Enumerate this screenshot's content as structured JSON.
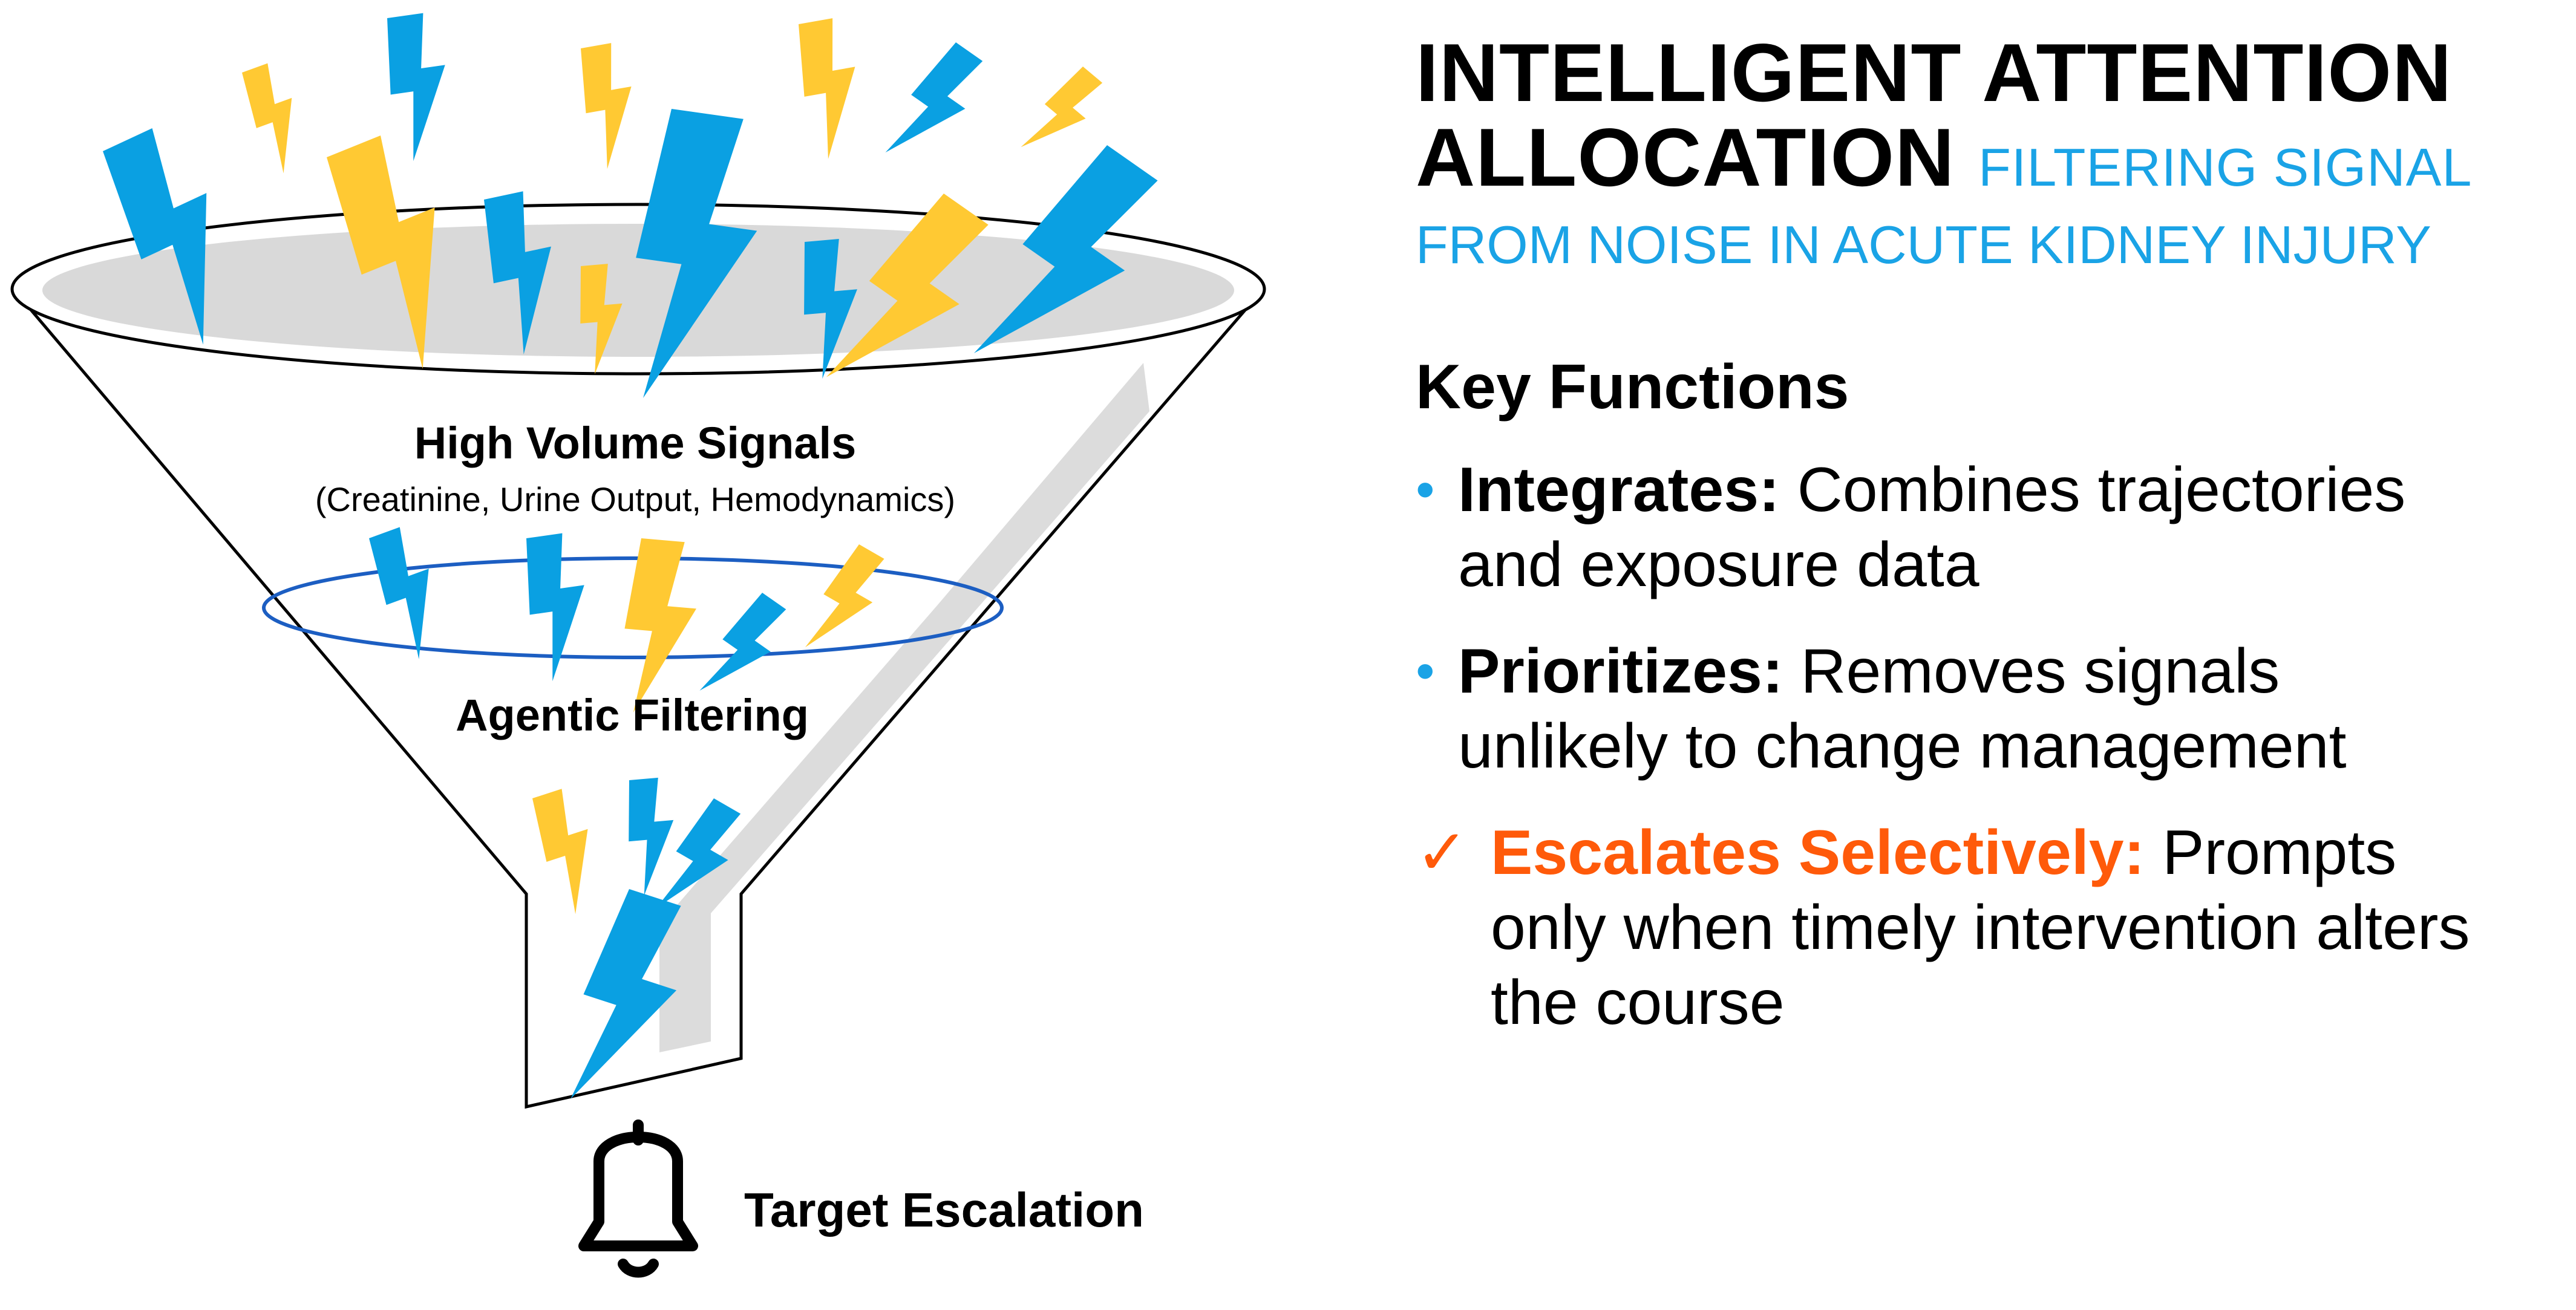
{
  "title": {
    "line1": "INTELLIGENT ATTENTION",
    "line2": "ALLOCATION",
    "subtitle_part1": "FILTERING SIGNAL",
    "subtitle_part2": "FROM NOISE IN ACUTE KIDNEY INJURY"
  },
  "funnel": {
    "top_label": "High Volume Signals",
    "top_sublabel": "(Creatinine, Urine Output, Hemodynamics)",
    "middle_label": "Agentic Filtering",
    "output_label": "Target Escalation"
  },
  "key_functions": {
    "heading": "Key Functions",
    "items": [
      {
        "marker": "•",
        "name": "Integrates:",
        "text_line1": " Combines trajectories",
        "text_line2": "and exposure data"
      },
      {
        "marker": "•",
        "name": "Prioritizes:",
        "text_line1": " Removes signals",
        "text_line2": "unlikely to change management"
      },
      {
        "marker": "✓",
        "name": "Escalates Selectively:",
        "text_line1": " Prompts",
        "text_line2": "only when timely intervention alters",
        "text_line3": "the course"
      }
    ]
  },
  "colors": {
    "blue_accent": "#1aa3e6",
    "bolt_blue": "#0aa0e2",
    "bolt_yellow": "#ffc933",
    "orange_highlight": "#ff5a0a",
    "funnel_shade": "#dcdcdc"
  },
  "icons": [
    "lightning-bolt-icon",
    "bell-icon",
    "bullet-icon",
    "checkmark-icon"
  ]
}
